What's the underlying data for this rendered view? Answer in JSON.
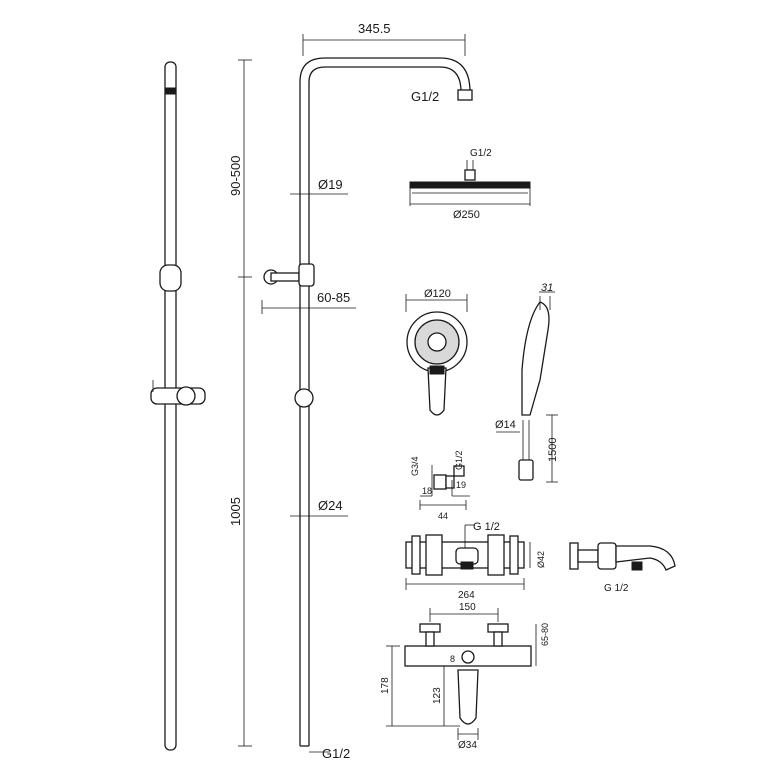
{
  "labels": {
    "arm_width": "345.5",
    "outlet_thread": "G1/2",
    "slide_range": "90-500",
    "pipe_dia_upper": "Ø19",
    "offset_range": "60-85",
    "pipe_dia_lower": "Ø24",
    "riser_length": "1005",
    "bottom_thread": "G1/2",
    "head_thread": "G1/2",
    "head_dia": "Ø250",
    "hand_dia": "Ø120",
    "hand_depth": "31",
    "hose_dia": "Ø14",
    "hose_length": "1500",
    "elbow_g34": "G3/4",
    "elbow_g12": "G1/2",
    "elbow_18": "18",
    "elbow_19": "19",
    "elbow_44": "44",
    "mixer_thread": "G 1/2",
    "mixer_dia": "Ø42",
    "mixer_width": "264",
    "spout_thread": "G 1/2",
    "bath_150": "150",
    "bath_6580": "65-80",
    "bath_178": "178",
    "bath_123": "123",
    "bath_8": "8",
    "bath_dia": "Ø34"
  }
}
